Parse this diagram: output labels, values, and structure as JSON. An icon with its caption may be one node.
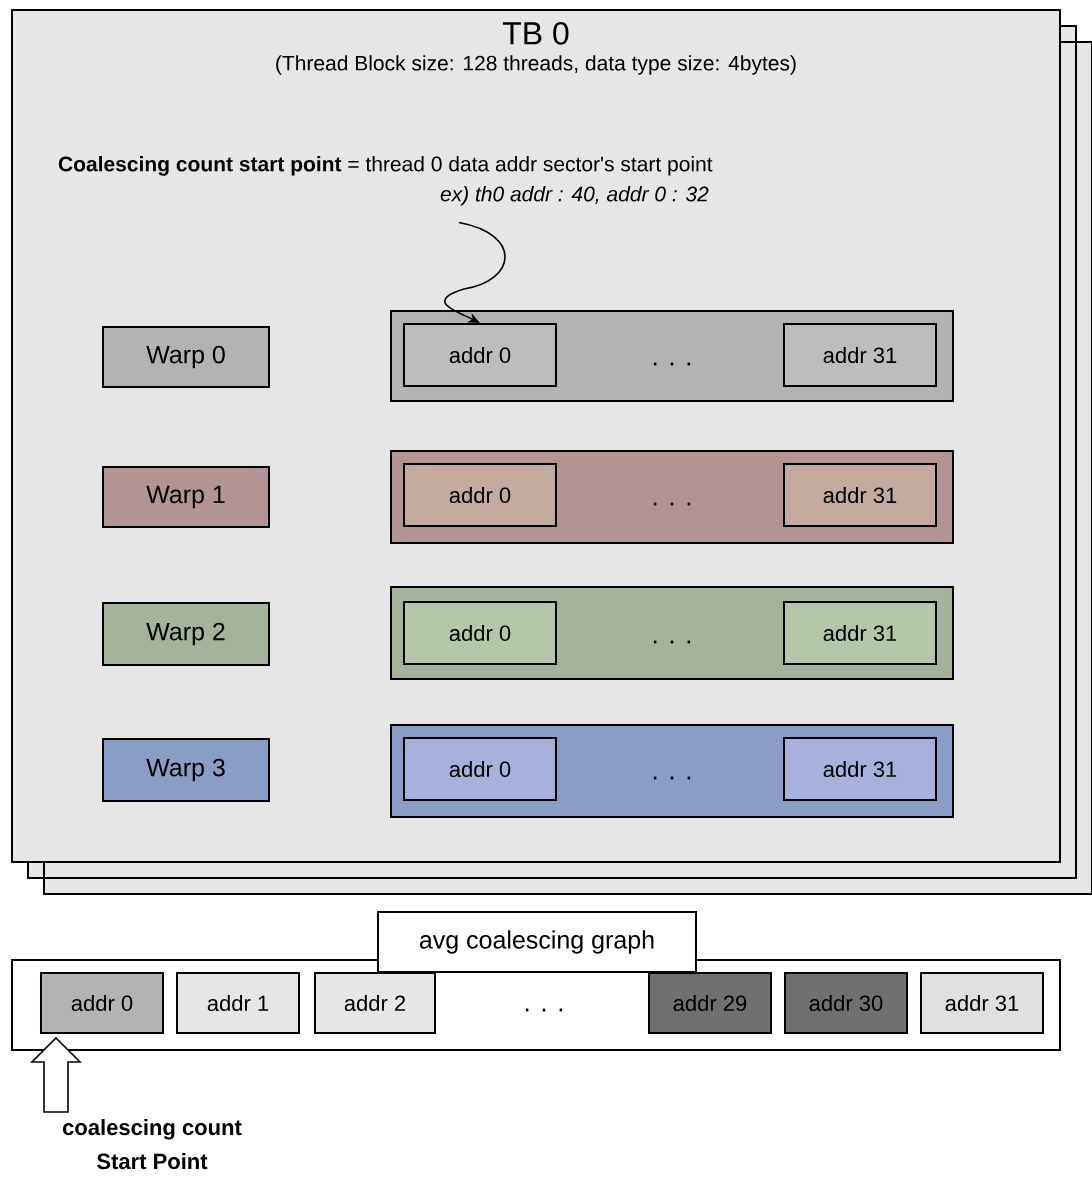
{
  "diagram": {
    "nodes": [
      {
        "text": [
          "TB 0",
          "(Thread Block size: 128 threads, data type size: 4bytes)"
        ]
      },
      {
        "text": [
          "**Coalescing count start point** = thread 0 data addr sector's start point",
          "ex) th0 addr : 40, addr 0 : 32"
        ],
        "in": 0
      },
      {
        "text": [
          "Warp 0"
        ],
        "in": 0
      },
      {
        "text": [],
        "shape": "box",
        "in": 0
      },
      {
        "text": [
          "addr 0"
        ],
        "in": 3
      },
      {
        "text": [
          "addr 31"
        ],
        "in": 3
      },
      {
        "text": [
          "Warp 1"
        ],
        "in": 0
      },
      {
        "text": [],
        "shape": "box",
        "in": 0
      },
      {
        "text": [
          "addr 0"
        ],
        "in": 7
      },
      {
        "text": [
          "addr 31"
        ],
        "in": 7
      },
      {
        "text": [
          "Warp 2"
        ],
        "in": 0
      },
      {
        "text": [],
        "shape": "box",
        "in": 0
      },
      {
        "text": [
          "addr 0"
        ],
        "in": 11
      },
      {
        "text": [
          "addr 31"
        ],
        "in": 11
      },
      {
        "text": [
          "Warp 3"
        ],
        "in": 0
      },
      {
        "text": [],
        "shape": "box",
        "in": 0
      },
      {
        "text": [
          "addr 0"
        ],
        "in": 15
      },
      {
        "text": [
          "addr 31"
        ],
        "in": 15
      },
      {
        "text": [
          "avg coalescing graph"
        ]
      },
      {
        "text": [],
        "shape": "box"
      },
      {
        "text": [
          "addr 0"
        ],
        "in": 19
      },
      {
        "text": [
          "addr 1"
        ],
        "in": 19
      },
      {
        "text": [
          "addr 2"
        ],
        "in": 19
      },
      {
        "text": [
          "addr 29"
        ],
        "in": 19
      },
      {
        "text": [
          "addr 30"
        ],
        "in": 19
      },
      {
        "text": [
          "addr 31"
        ],
        "in": 19
      },
      {
        "text": [
          "coalescing count Start Point"
        ]
      }
    ],
    "edges": [
      {
        "from": 1,
        "to": 4,
        "arrow": "to"
      },
      {
        "from": 26,
        "to": 20,
        "arrow": "to"
      }
    ],
    "labels": [
      ". . .",
      ". . .",
      ". . .",
      ". . .",
      ". . ."
    ]
  }
}
